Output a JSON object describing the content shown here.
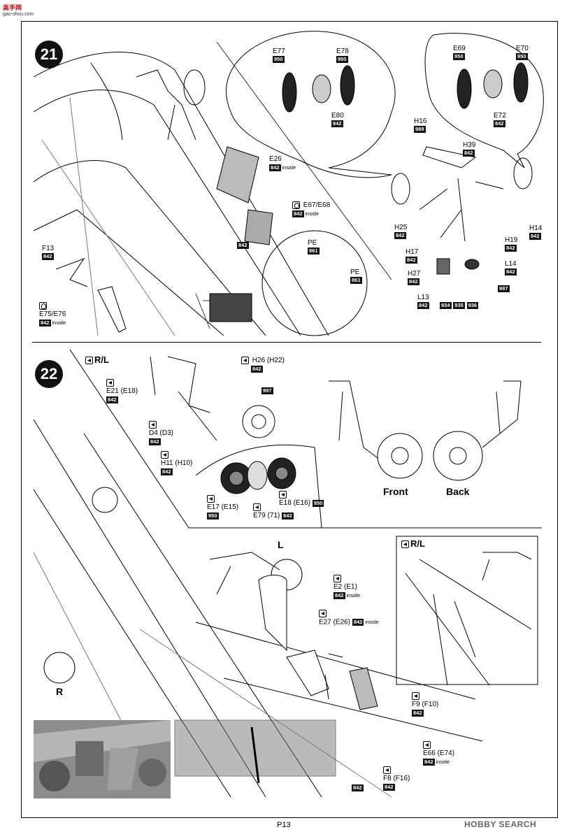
{
  "watermark": {
    "name": "高手网",
    "url": "gao-shou.com"
  },
  "page_number": "P13",
  "brand": "HOBBY SEARCH",
  "steps": [
    {
      "number": "21"
    },
    {
      "number": "22"
    }
  ],
  "step21": {
    "labels": {
      "E77": "E77",
      "E77_code": "950",
      "E78": "E78",
      "E78_code": "950",
      "E80": "E80",
      "E80_code": "842",
      "E69": "E69",
      "E69_code": "950",
      "E70": "E70",
      "E70_code": "950",
      "E72": "E72",
      "E72_code": "842",
      "H16": "H16",
      "H16_code": "989",
      "H39": "H39",
      "H39_code": "842",
      "E26": "E26",
      "E26_code": "842",
      "E26_note": "inside",
      "E67": "E67/E68",
      "E67_code": "842",
      "E67_note": "inside",
      "F13": "F13",
      "F13_code": "842",
      "E75": "E75/E76",
      "E75_code": "842",
      "E75_note": "inside",
      "fuselage_code": "842",
      "PE_a": "PE",
      "PE_a_code": "861",
      "PE_b": "PE",
      "PE_b_code": "861",
      "H25": "H25",
      "H25_code": "842",
      "H17": "H17",
      "H17_code": "842",
      "H27": "H27",
      "H27_code": "842",
      "L13": "L13",
      "L13_code": "842",
      "L13_c1": "934",
      "L13_c2": "935",
      "L13_c3": "936",
      "H19": "H19",
      "H19_code": "842",
      "H14": "H14",
      "H14_code": "842",
      "L14": "L14",
      "L14_code": "842",
      "L14_extra": "997"
    }
  },
  "step22": {
    "rl_top": "R/L",
    "rl_inset": "R/L",
    "L": "L",
    "R": "R",
    "front": "Front",
    "back": "Back",
    "labels": {
      "E21": "E21 (E18)",
      "E21_code": "842",
      "D4": "D4 (D3)",
      "D4_code": "842",
      "H11": "H11 (H10)",
      "H11_code": "842",
      "H26": "H26 (H22)",
      "H26_code": "842",
      "H26_extra": "997",
      "E17": "E17 (E15)",
      "E17_code": "950",
      "E79": "E79 (71)",
      "E79_code": "842",
      "E18": "E18 (E16)",
      "E18_code": "950",
      "E2": "E2 (E1)",
      "E2_code": "842",
      "E2_note": "inside",
      "E27": "E27 (E26)",
      "E27_code": "842",
      "E27_note": "inside",
      "F9": "F9 (F10)",
      "F9_code": "842",
      "E66": "E66 (E74)",
      "E66_code": "842",
      "E66_note": "inside",
      "F8": "F8 (F16)",
      "F8_code": "842",
      "fuselage_code": "842"
    }
  }
}
